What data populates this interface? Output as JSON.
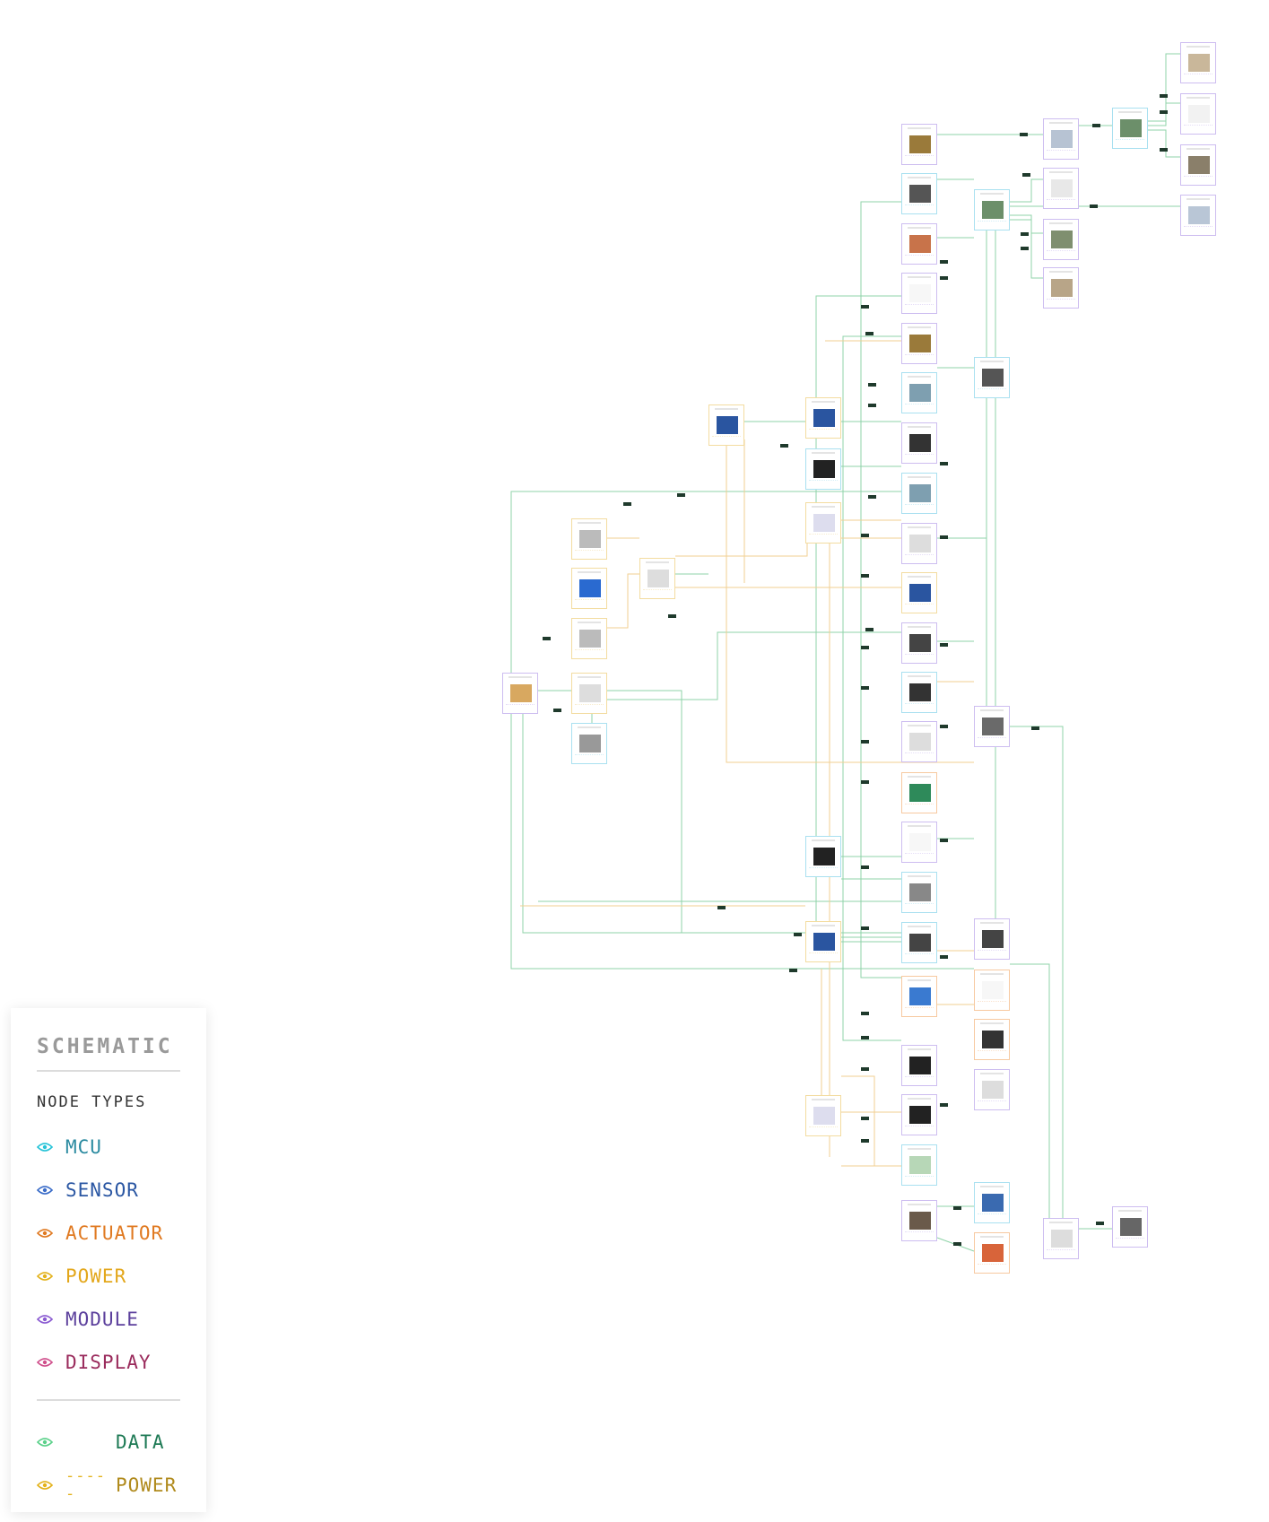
{
  "legend": {
    "title": "SCHEMATIC",
    "section_label": "NODE TYPES",
    "node_types": [
      {
        "label": "MCU",
        "color": "#2a8aa0",
        "eye_color": "#26c3d7"
      },
      {
        "label": "SENSOR",
        "color": "#2b57a3",
        "eye_color": "#3a6cc8"
      },
      {
        "label": "ACTUATOR",
        "color": "#e07a22",
        "eye_color": "#e07a22"
      },
      {
        "label": "POWER",
        "color": "#e3a71b",
        "eye_color": "#e3b21b"
      },
      {
        "label": "MODULE",
        "color": "#5b3f9c",
        "eye_color": "#8a5ad1"
      },
      {
        "label": "DISPLAY",
        "color": "#9a2b5c",
        "eye_color": "#d04f8c"
      }
    ],
    "edge_types": [
      {
        "label": "DATA",
        "dash": "",
        "color": "#1e7a55",
        "eye_color": "#5bd18a"
      },
      {
        "label": "POWER",
        "dash": "-----",
        "color": "#b08a1c",
        "eye_color": "#e3b21b"
      }
    ]
  },
  "colors": {
    "data_edge": "#8fd3a8",
    "power_edge": "#f2cf92",
    "node_border": "#c9b8ee"
  }
}
